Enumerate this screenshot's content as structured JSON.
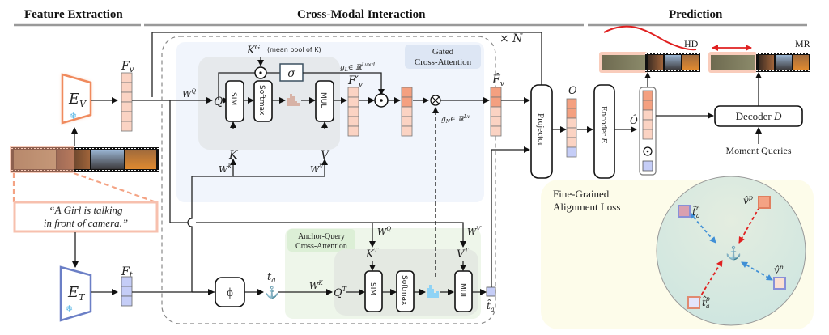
{
  "sections": {
    "feature_extraction": "Feature Extraction",
    "cross_modal": "Cross-Modal Interaction",
    "prediction": "Prediction"
  },
  "encoders": {
    "video": {
      "label": "E",
      "sub": "V"
    },
    "text": {
      "label": "E",
      "sub": "T"
    }
  },
  "features": {
    "fv": "F",
    "fv_sub": "v",
    "ft": "F",
    "ft_sub": "t"
  },
  "query_text": {
    "line1": "“A Girl is talking",
    "line2": "in front of camera.”"
  },
  "gated": {
    "title_line1": "Gated",
    "title_line2": "Cross-Attention",
    "kg": "K",
    "kg_sup": "G",
    "kg_note": "(mean pool of K)",
    "sigma": "σ",
    "gl": "g",
    "gl_sub": "L",
    "gl_set": "∈ ℝ",
    "gl_sup": "Lv×d",
    "wq": "W",
    "wq_sup": "Q",
    "q": "Q",
    "k": "K",
    "v": "V",
    "wk": "W",
    "wk_sup": "K",
    "wv": "W",
    "wv_sup": "V",
    "sim": "SIM",
    "softmax": "Softmax",
    "mul": "MUL",
    "fv_prime": "F′",
    "fv_prime_sub": "v",
    "gn": "g",
    "gn_sub": "N",
    "gn_set": "∈ ℝ",
    "gn_sup": "Lv",
    "fv_hat": "F̂",
    "fv_hat_sub": "v",
    "repeat": "× N"
  },
  "anchor": {
    "title_line1": "Anchor-Query",
    "title_line2": "Cross-Attention",
    "phi": "ϕ",
    "ta": "t",
    "ta_sub": "a",
    "wk": "W",
    "wk_sup": "K",
    "qt": "Q",
    "qt_sup": "T",
    "wq": "W",
    "wq_sup": "Q",
    "kt": "K",
    "kt_sup": "T",
    "wv": "W",
    "wv_sup": "V′",
    "vt": "V",
    "vt_sup": "T",
    "sim": "SIM",
    "softmax": "Softmax",
    "mul": "MUL",
    "ta_hat": "t̂",
    "ta_hat_sub": "a"
  },
  "prediction": {
    "projector": "Projector",
    "o": "O",
    "encoder": "Encoder",
    "encoder_var": "E",
    "o_hat": "Ô",
    "decoder": "Decoder",
    "decoder_var": "D",
    "moment_queries": "Moment Queries",
    "hd": "HD",
    "mr": "MR"
  },
  "loss": {
    "title_line1": "Fine-Grained",
    "title_line2": "Alignment Loss",
    "ta_n": "t̂",
    "ta_n_sub": "a",
    "ta_n_sup": "n",
    "vp": "v̂",
    "vp_sup": "p",
    "vn": "v̂",
    "vn_sup": "n",
    "ta_p": "t̂",
    "ta_p_sub": "a",
    "ta_p_sup": "p"
  },
  "colors": {
    "video_accent": "#f08a5d",
    "text_accent": "#6b7fc6",
    "gated_bg": "#f1f5fc",
    "anchor_bg": "#eef6ea",
    "loss_bg": "#fdfcea",
    "hd_curve": "#e02020"
  }
}
